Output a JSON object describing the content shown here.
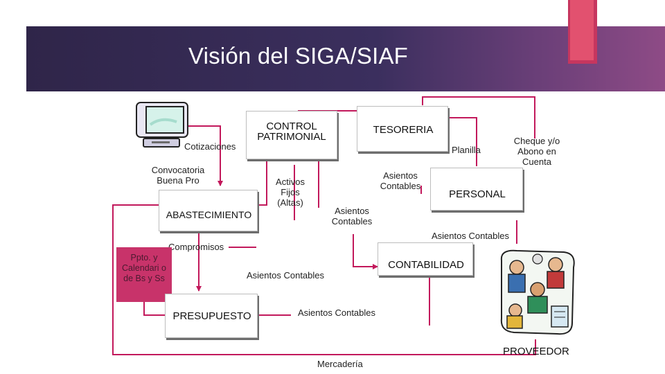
{
  "title": "Visión del SIGA/SIAF",
  "nodes": {
    "control_patrimonial": "CONTROL PATRIMONIAL",
    "tesoreria": "TESORERIA",
    "abastecimiento": "ABASTECIMIENTO",
    "personal": "PERSONAL",
    "contabilidad": "CONTABILIDAD",
    "presupuesto": "PRESUPUESTO",
    "proveedor": "PROVEEDOR",
    "ppto": "Ppto. y Calendari o de Bs y Ss"
  },
  "edge_labels": {
    "cotizaciones": "Cotizaciones",
    "convocatoria": "Convocatoria Buena Pro",
    "activos_fijos": "Activos Fijos (Altas)",
    "asientos_contables_tesoreria": "Asientos Contables",
    "asientos_contables_patrimonial": "Asientos Contables",
    "planilla": "Planilla",
    "cheque": "Cheque y/o Abono en Cuenta",
    "asientos_contables_personal": "Asientos Contables",
    "compromisos": "Compromisos",
    "asientos_contables_abast": "Asientos Contables",
    "asientos_contables_presupuesto": "Asientos Contables",
    "mercaderia": "Mercadería"
  },
  "colors": {
    "banner": "#3b2f5e",
    "accent": "#c8336a",
    "connector": "#c2185b"
  },
  "icons": {
    "computer": "computer-monitor-icon",
    "people": "people-clipart-icon"
  }
}
